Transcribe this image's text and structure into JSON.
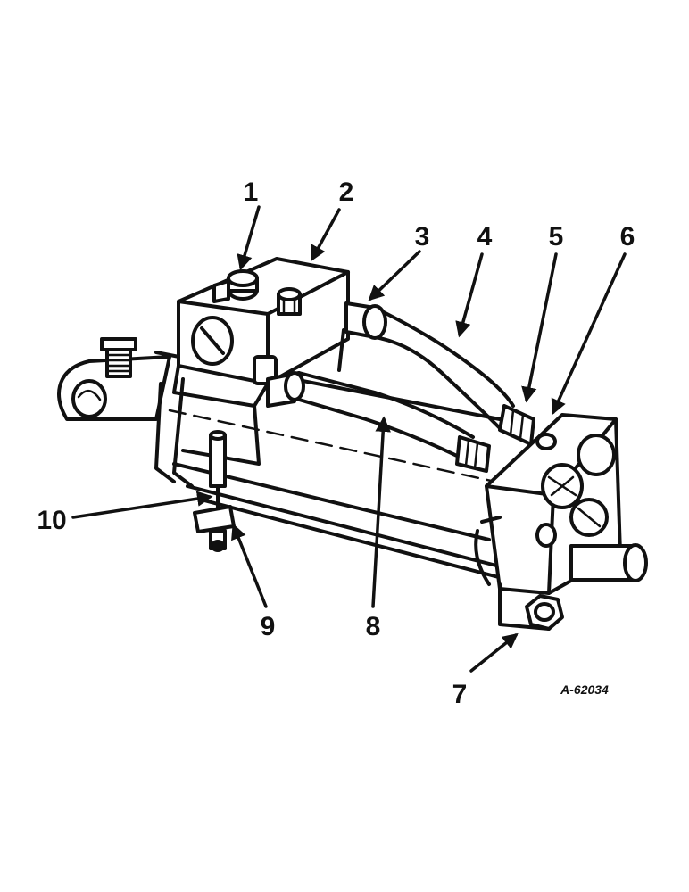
{
  "callouts": [
    {
      "label": "1"
    },
    {
      "label": "2"
    },
    {
      "label": "3"
    },
    {
      "label": "4"
    },
    {
      "label": "5"
    },
    {
      "label": "6"
    },
    {
      "label": "7"
    },
    {
      "label": "8"
    },
    {
      "label": "9"
    },
    {
      "label": "10"
    }
  ],
  "reference_number": "A-62034",
  "colors": {
    "ink": "#111111",
    "paper": "#ffffff"
  }
}
